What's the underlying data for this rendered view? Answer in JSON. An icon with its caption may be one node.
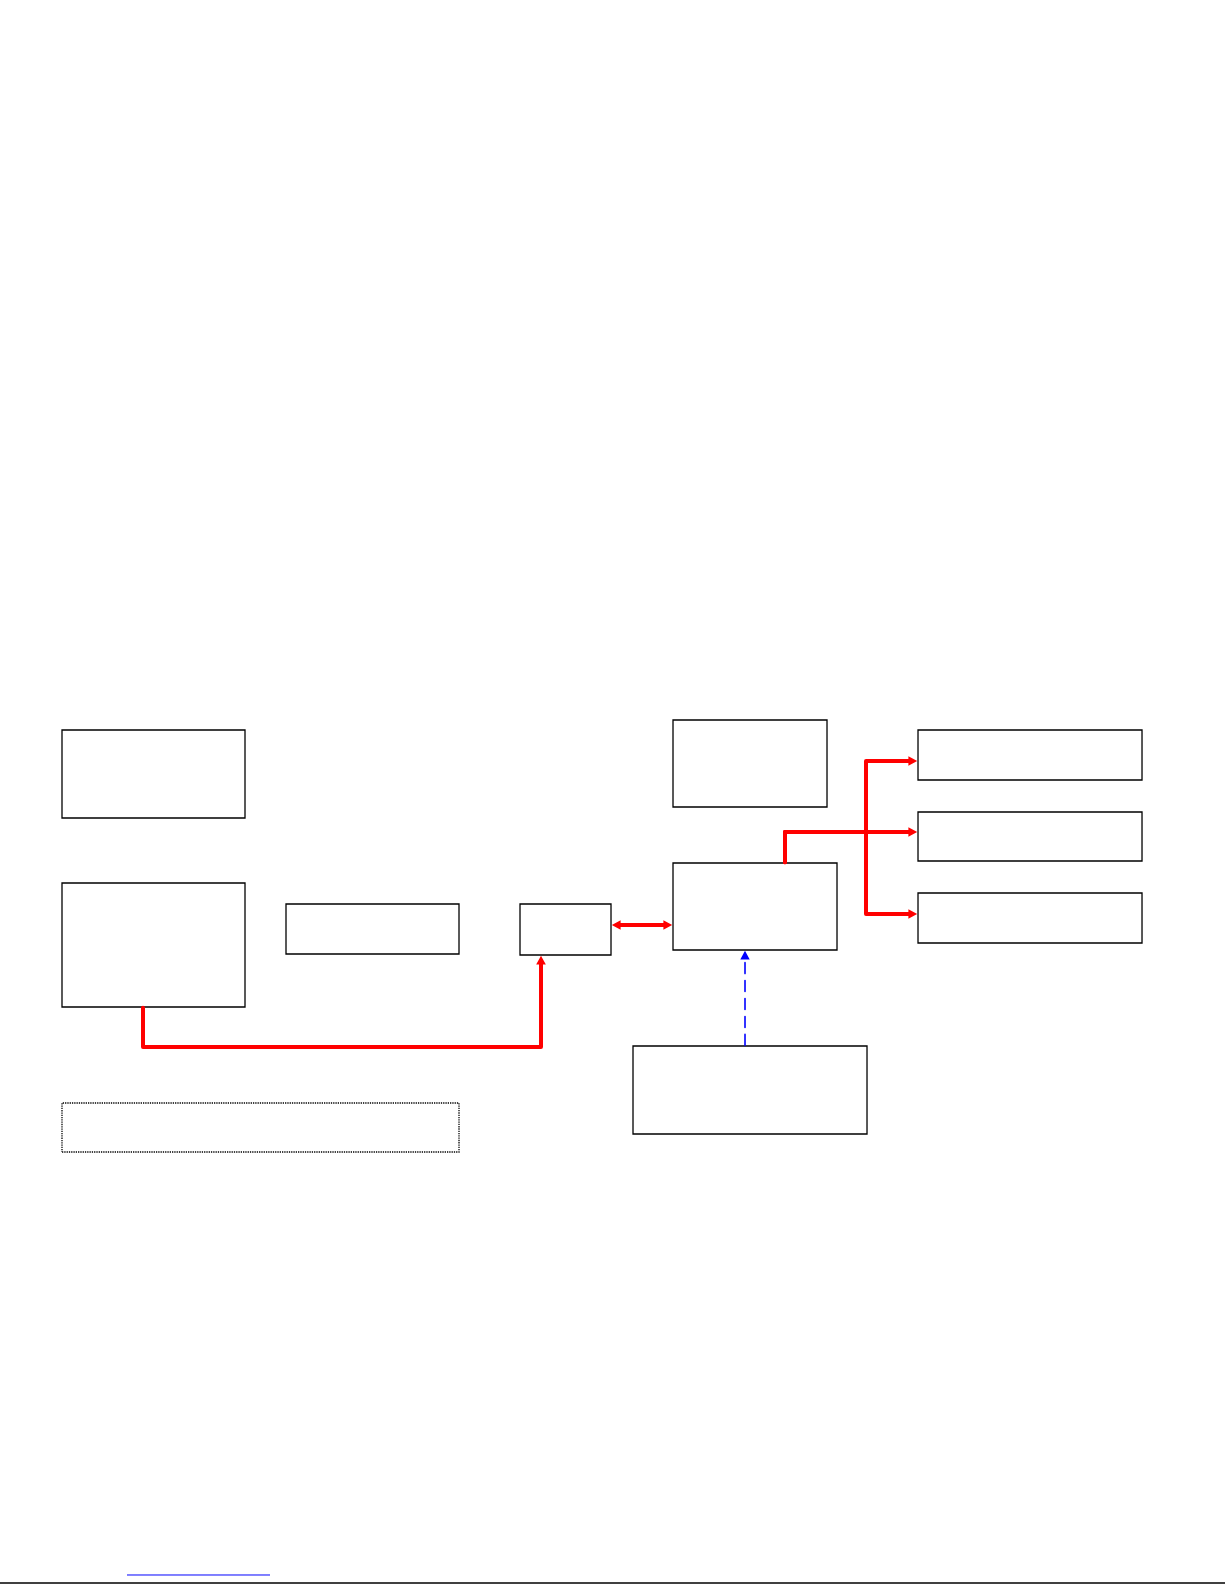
{
  "diagram": {
    "nodes": [
      {
        "text": [],
        "shape": "box"
      },
      {
        "text": [],
        "shape": "box"
      },
      {
        "text": [],
        "shape": "box"
      },
      {
        "text": [],
        "shape": "box"
      },
      {
        "text": [],
        "shape": "box"
      },
      {
        "text": [],
        "shape": "box"
      },
      {
        "text": [],
        "shape": "box"
      },
      {
        "text": [],
        "shape": "box"
      },
      {
        "text": [],
        "shape": "box"
      },
      {
        "text": [],
        "shape": "box"
      },
      {
        "text": [],
        "shape": "box"
      }
    ],
    "edges": [
      {
        "from": 5,
        "to": 7,
        "arrow": "to"
      },
      {
        "from": 7,
        "to": 4,
        "arrow": "both"
      },
      {
        "from": 4,
        "to": 2,
        "arrow": "to"
      },
      {
        "from": 4,
        "to": 3,
        "arrow": "to"
      },
      {
        "from": 4,
        "to": 8,
        "arrow": "to"
      },
      {
        "from": 9,
        "to": 4,
        "arrow": "to",
        "style": "dashed",
        "color": "#0000ff"
      }
    ]
  }
}
